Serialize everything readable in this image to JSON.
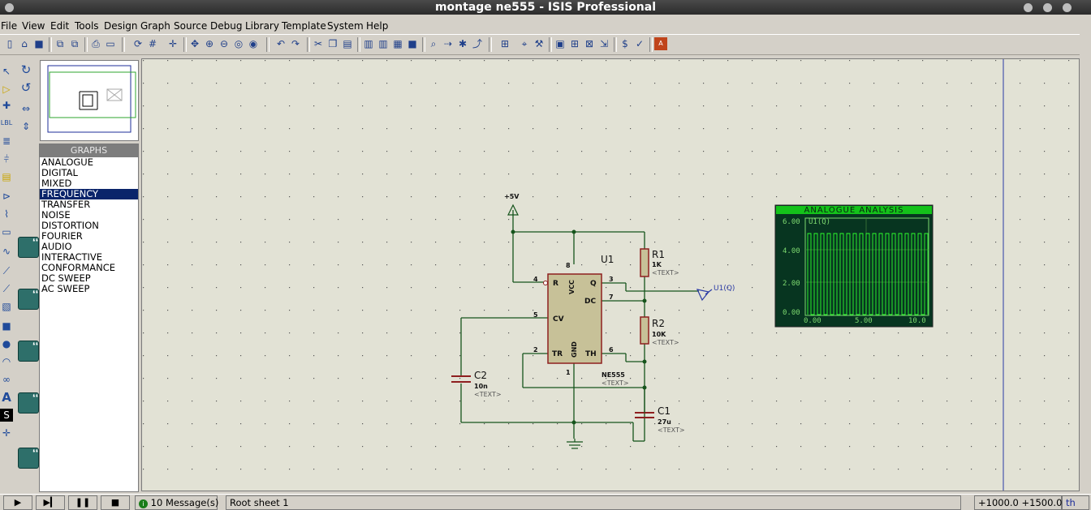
{
  "window": {
    "title": "montage ne555 - ISIS Professional"
  },
  "menu": [
    "File",
    "View",
    "Edit",
    "Tools",
    "Design",
    "Graph",
    "Source",
    "Debug",
    "Library",
    "Template",
    "System",
    "Help"
  ],
  "panel": {
    "header": "GRAPHS",
    "items": [
      "ANALOGUE",
      "DIGITAL",
      "MIXED",
      "FREQUENCY",
      "TRANSFER",
      "NOISE",
      "DISTORTION",
      "FOURIER",
      "AUDIO",
      "INTERACTIVE",
      "CONFORMANCE",
      "DC SWEEP",
      "AC SWEEP"
    ],
    "selected": "FREQUENCY"
  },
  "schematic": {
    "power_label": "+5V",
    "ic": {
      "ref": "U1",
      "part": "NE555",
      "text": "<TEXT>",
      "pins": {
        "r": "R",
        "vcc": "VCC",
        "q": "Q",
        "dc": "DC",
        "cv": "CV",
        "tr": "TR",
        "gnd": "GND",
        "th": "TH"
      },
      "pin_numbers": {
        "p4": "4",
        "p8": "8",
        "p3": "3",
        "p7": "7",
        "p5": "5",
        "p2": "2",
        "p1": "1",
        "p6": "6"
      }
    },
    "r1": {
      "ref": "R1",
      "value": "1K",
      "text": "<TEXT>"
    },
    "r2": {
      "ref": "R2",
      "value": "10K",
      "text": "<TEXT>"
    },
    "c1": {
      "ref": "C1",
      "value": "27u",
      "text": "<TEXT>"
    },
    "c2": {
      "ref": "C2",
      "value": "10n",
      "text": "<TEXT>"
    },
    "probe": "U1(Q)"
  },
  "graph": {
    "title": "ANALOGUE ANALYSIS",
    "trace_label": "U1(Q)",
    "y_ticks": [
      "6.00",
      "4.00",
      "2.00",
      "0.00"
    ],
    "x_ticks": [
      "0.00",
      "5.00",
      "10.0"
    ]
  },
  "status": {
    "messages": "10 Message(s)",
    "sheet": "Root sheet 1",
    "coords": "+1000.0  +1500.0",
    "units": "th"
  }
}
